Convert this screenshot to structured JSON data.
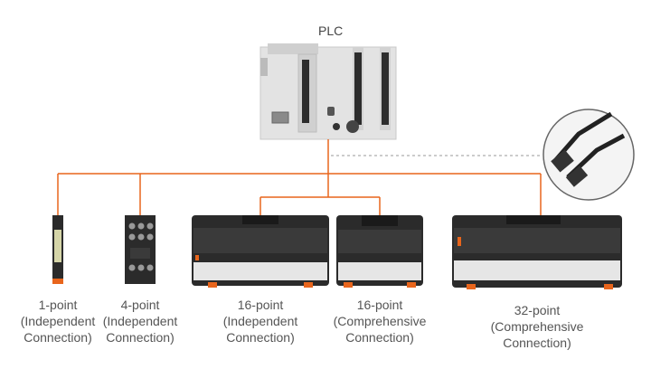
{
  "plc": {
    "title": "PLC"
  },
  "modules": [
    {
      "lines": [
        "1-point",
        "(Independent",
        "Connection)"
      ]
    },
    {
      "lines": [
        "4-point",
        "(Independent",
        "Connection)"
      ]
    },
    {
      "lines": [
        "16-point",
        "(Independent",
        "Connection)"
      ]
    },
    {
      "lines": [
        "16-point",
        "(Comprehensive",
        "Connection)"
      ]
    },
    {
      "lines": [
        "32-point",
        "(Comprehensive",
        "Connection)"
      ]
    }
  ],
  "colors": {
    "wire": "#e8651c",
    "dashed": "#999999",
    "module_body": "#2b2b2b",
    "plc_body": "#d8d8d8"
  }
}
